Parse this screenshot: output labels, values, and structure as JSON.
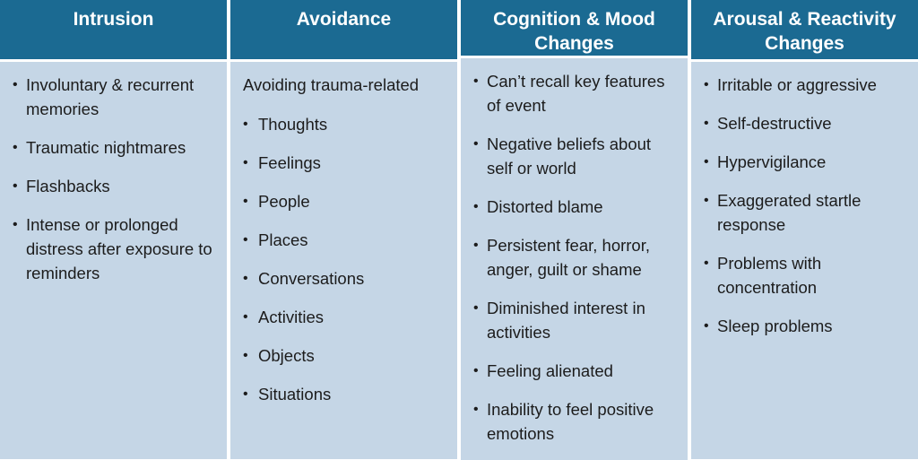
{
  "columns": [
    {
      "header": "Intrusion",
      "intro": "",
      "items": [
        "Involuntary & recurrent memories",
        "Traumatic nightmares",
        "Flashbacks",
        "Intense or prolonged distress after exposure to reminders"
      ]
    },
    {
      "header": "Avoidance",
      "intro": "Avoiding trauma-related",
      "items": [
        "Thoughts",
        "Feelings",
        "People",
        "Places",
        "Conversations",
        "Activities",
        "Objects",
        "Situations"
      ]
    },
    {
      "header": "Cognition & Mood Changes",
      "intro": "",
      "items": [
        "Can’t recall key features of event",
        "Negative beliefs about self or world",
        "Distorted blame",
        "Persistent fear, horror, anger, guilt or shame",
        "Diminished interest in activities",
        "Feeling alienated",
        "Inability to feel positive emotions"
      ]
    },
    {
      "header": "Arousal & Reactivity Changes",
      "intro": "",
      "items": [
        "Irritable or aggressive",
        "Self-destructive",
        "Hypervigilance",
        "Exaggerated startle response",
        "Problems with concentration",
        "Sleep problems"
      ]
    }
  ],
  "colors": {
    "header_bg": "#1b6a92",
    "body_bg": "#c5d6e6",
    "header_text": "#ffffff",
    "body_text": "#1c1c1c"
  }
}
